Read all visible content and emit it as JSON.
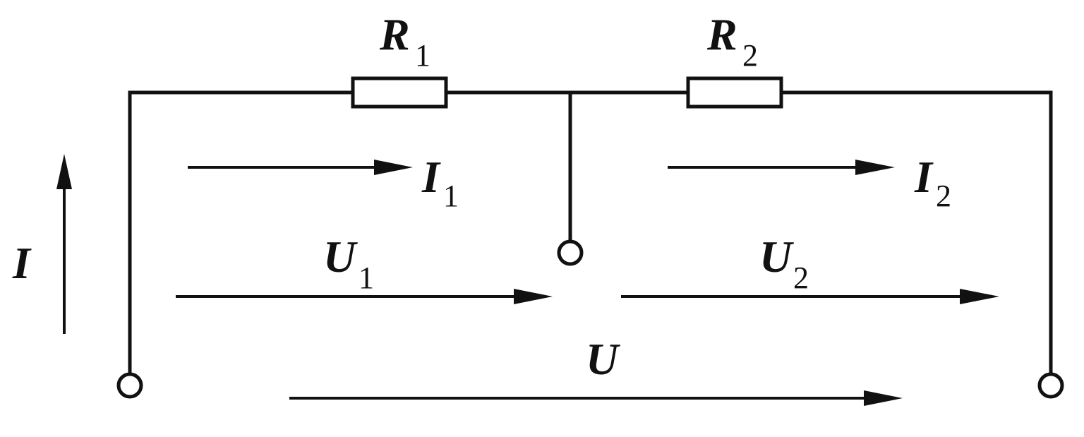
{
  "labels": {
    "R1": {
      "symbol": "R",
      "subscript": "1"
    },
    "R2": {
      "symbol": "R",
      "subscript": "2"
    },
    "I": {
      "symbol": "I"
    },
    "I1": {
      "symbol": "I",
      "subscript": "1"
    },
    "I2": {
      "symbol": "I",
      "subscript": "2"
    },
    "U1": {
      "symbol": "U",
      "subscript": "1"
    },
    "U2": {
      "symbol": "U",
      "subscript": "2"
    },
    "U": {
      "symbol": "U"
    }
  }
}
